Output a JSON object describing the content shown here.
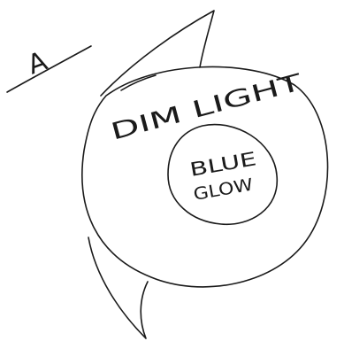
{
  "diagram": {
    "label_a": "A",
    "outer_label": "DIM LIGHT",
    "inner_label_line1": "BLUE",
    "inner_label_line2": "GLOW",
    "ink_color": "#1a1a1a"
  }
}
